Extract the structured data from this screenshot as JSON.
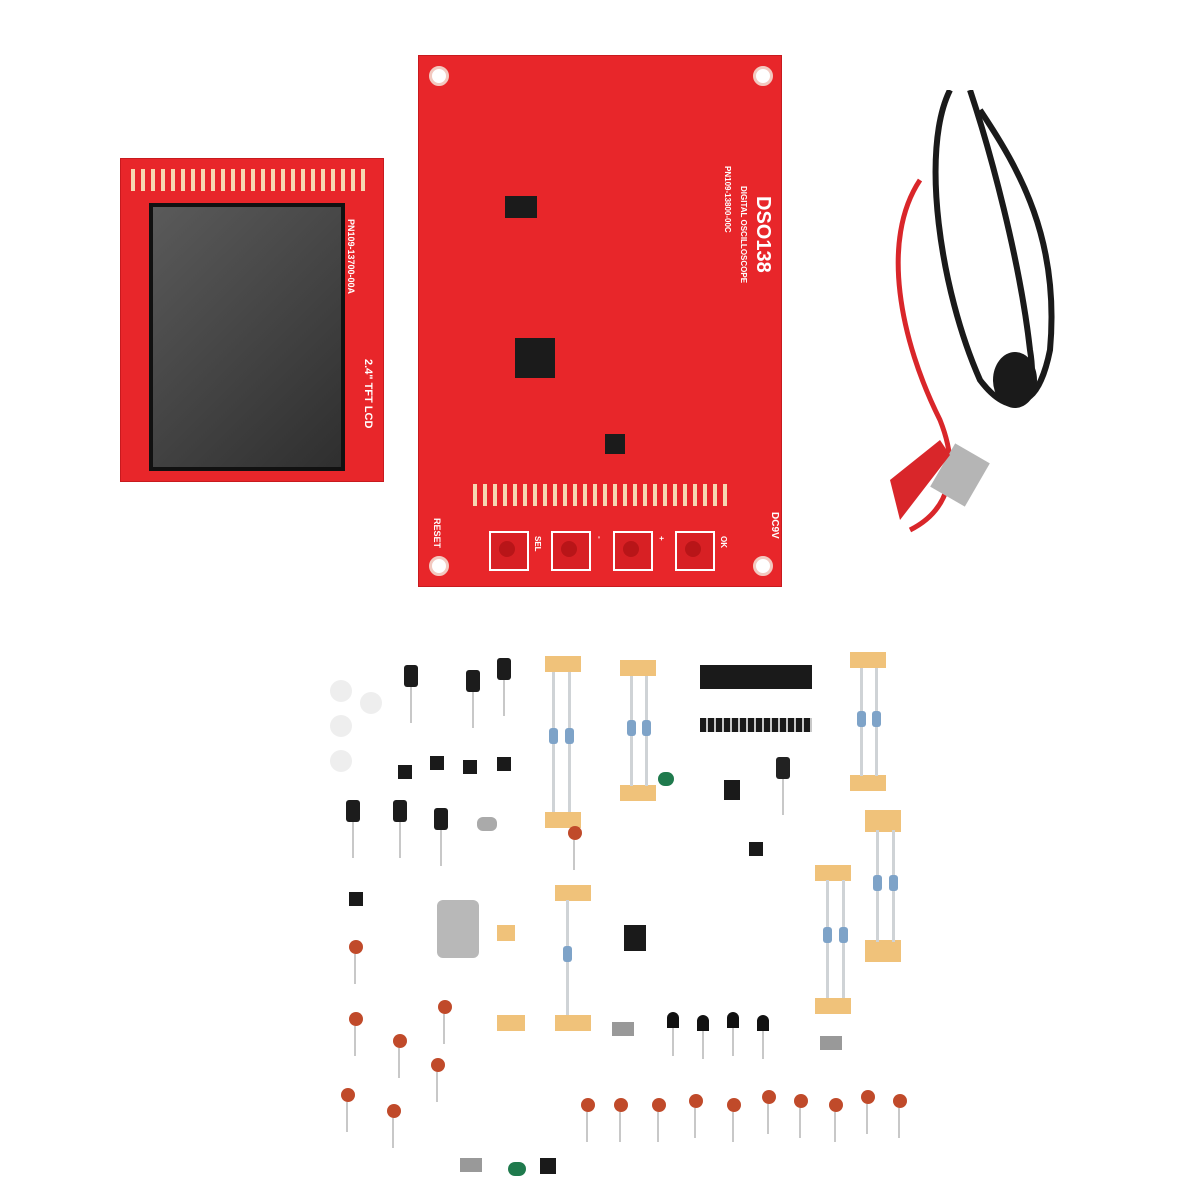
{
  "lcd_module": {
    "label": "2.4\" TFT LCD",
    "part_number": "PN109-13700-00A"
  },
  "main_board": {
    "title": "DSO138",
    "subtitle": "DIGITAL OSCILLOSCOPE",
    "part_number": "PN109-13800-00C",
    "buttons": [
      "SEL",
      "-",
      "+",
      "OK"
    ],
    "reset_label": "RESET",
    "power_label": "DC9V"
  },
  "colors": {
    "pcb": "#e8262a",
    "probe_red": "#d9262a",
    "probe_black": "#1a1a1a"
  }
}
